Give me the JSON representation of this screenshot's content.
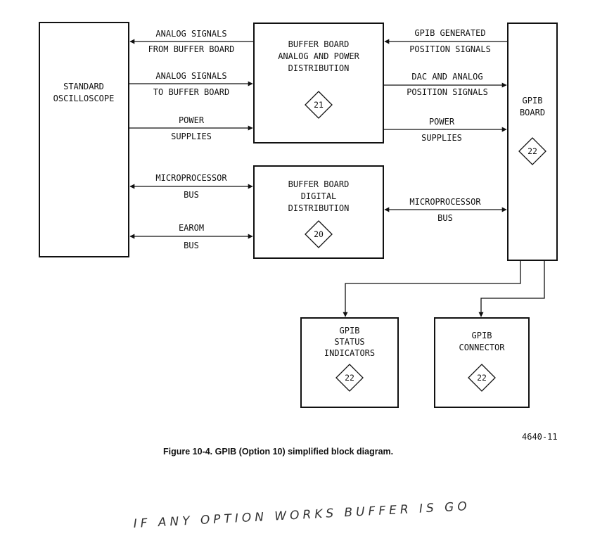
{
  "blocks": {
    "oscilloscope": {
      "line1": "STANDARD",
      "line2": "OSCILLOSCOPE"
    },
    "buffer_analog": {
      "line1": "BUFFER BOARD",
      "line2": "ANALOG AND POWER",
      "line3": "DISTRIBUTION",
      "ref": "21"
    },
    "buffer_digital": {
      "line1": "BUFFER BOARD",
      "line2": "DIGITAL",
      "line3": "DISTRIBUTION",
      "ref": "20"
    },
    "gpib_board": {
      "line1": "GPIB",
      "line2": "BOARD",
      "ref": "22"
    },
    "gpib_status": {
      "line1": "GPIB",
      "line2": "STATUS",
      "line3": "INDICATORS",
      "ref": "22"
    },
    "gpib_connector": {
      "line1": "GPIB",
      "line2": "CONNECTOR",
      "ref": "22"
    }
  },
  "signals": {
    "analog_from_buffer": {
      "line1": "ANALOG SIGNALS",
      "line2": "FROM BUFFER BOARD"
    },
    "analog_to_buffer": {
      "line1": "ANALOG SIGNALS",
      "line2": "TO BUFFER BOARD"
    },
    "power_left": {
      "line1": "POWER",
      "line2": "SUPPLIES"
    },
    "micro_bus_left": {
      "line1": "MICROPROCESSOR",
      "line2": "BUS"
    },
    "earom_bus": {
      "line1": "EAROM",
      "line2": "BUS"
    },
    "gpib_generated": {
      "line1": "GPIB GENERATED",
      "line2": "POSITION SIGNALS"
    },
    "dac_analog": {
      "line1": "DAC AND ANALOG",
      "line2": "POSITION SIGNALS"
    },
    "power_right": {
      "line1": "POWER",
      "line2": "SUPPLIES"
    },
    "micro_bus_right": {
      "line1": "MICROPROCESSOR",
      "line2": "BUS"
    }
  },
  "figure_number": "4640-11",
  "caption": "Figure 10-4. GPIB (Option 10) simplified block diagram.",
  "handwritten_note": "IF ANY OPTION WORKS BUFFER IS GO"
}
